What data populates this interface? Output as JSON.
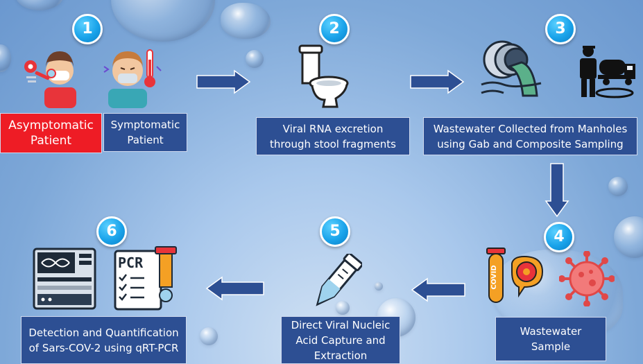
{
  "steps": [
    {
      "number": "1"
    },
    {
      "number": "2"
    },
    {
      "number": "3"
    },
    {
      "number": "4"
    },
    {
      "number": "5"
    },
    {
      "number": "6"
    }
  ],
  "labels": {
    "asymptomatic": "Asymptomatic Patient",
    "symptomatic": "Symptomatic Patient",
    "rna_excretion": "Viral RNA excretion through stool fragments",
    "wastewater_collected": "Wastewater Collected from Manholes using Gab and Composite Sampling",
    "wastewater_sample": "Wastewater Sample",
    "nucleic_acid": "Direct Viral Nucleic Acid Capture and Extraction",
    "detection": "Detection and Quantification of Sars-COV-2 using qRT-PCR"
  },
  "icon_text": {
    "pcr": "PCR",
    "covid": "COVID"
  },
  "icons": [
    "asymptomatic-patient-icon",
    "symptomatic-patient-icon",
    "toilet-icon",
    "sewer-pipe-icon",
    "sewage-truck-icon",
    "sample-tube-icon",
    "virus-icon",
    "centrifuge-tube-icon",
    "pcr-machine-icon",
    "pcr-report-icon"
  ],
  "colors": {
    "label_box": "#2d4f93",
    "highlight_box": "#ee1c25",
    "badge": "#1aa3ea",
    "arrow": "#2d4f93"
  }
}
